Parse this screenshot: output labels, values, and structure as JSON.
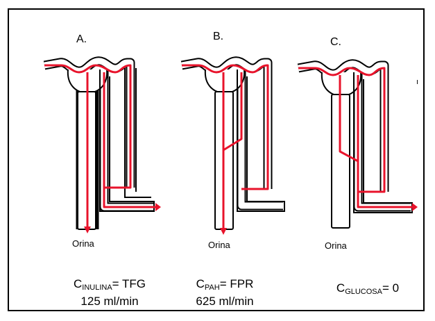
{
  "panels": [
    {
      "label": "A.",
      "orina": "Orina",
      "clearance": {
        "c": "C",
        "sub": "INULINA",
        "eq": "= TFG",
        "value": "125 ml/min"
      }
    },
    {
      "label": "B.",
      "orina": "Orina",
      "clearance": {
        "c": "C",
        "sub": "PAH",
        "eq": "= FPR",
        "value": "625 ml/min"
      }
    },
    {
      "label": "C.",
      "orina": "Orina",
      "clearance": {
        "c": "C",
        "sub": "GLUCOSA",
        "eq": "= 0",
        "value": ""
      }
    }
  ],
  "stray_mark": "ı",
  "colors": {
    "flow": "#e8132b",
    "tubule": "#000000",
    "background": "#ffffff",
    "border": "#000000"
  }
}
